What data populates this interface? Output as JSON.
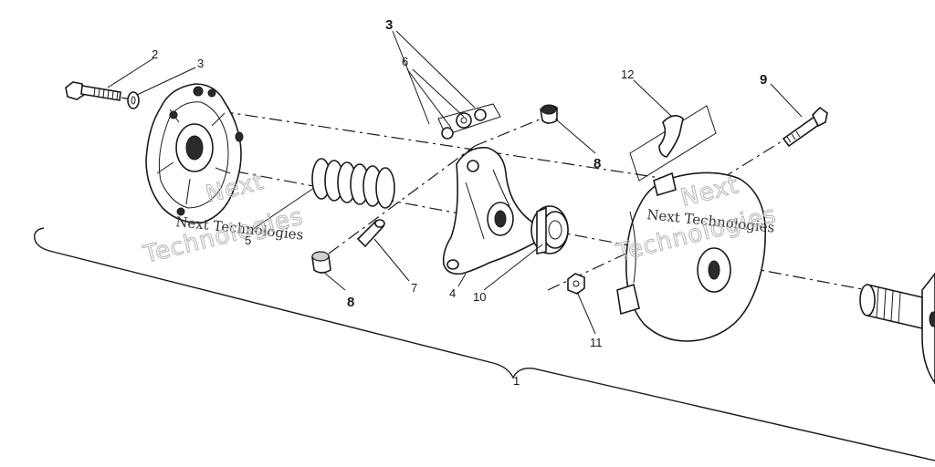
{
  "callouts": {
    "c1": "1",
    "c2": "2",
    "c3a": "3",
    "c3b": "3",
    "c4": "4",
    "c5": "5",
    "c6": "6",
    "c7": "7",
    "c8a": "8",
    "c8b": "8",
    "c9": "9",
    "c10": "10",
    "c11": "11",
    "c12": "12"
  },
  "watermark": {
    "text_a": "Next Technologies",
    "text_b": "Next Technologies",
    "big_a1": "Next",
    "big_a2": "Technologies",
    "big_b1": "Next",
    "big_b2": "Technologies"
  }
}
